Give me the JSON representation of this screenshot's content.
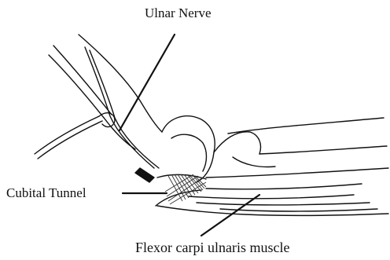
{
  "figure": {
    "labels": {
      "ulnar_nerve": "Ulnar Nerve",
      "cubital_tunnel": "Cubital Tunnel",
      "flexor_muscle": "Flexor carpi ulnaris muscle"
    },
    "colors": {
      "ink": "#111111",
      "background": "#ffffff",
      "hatch": "#333333"
    }
  }
}
